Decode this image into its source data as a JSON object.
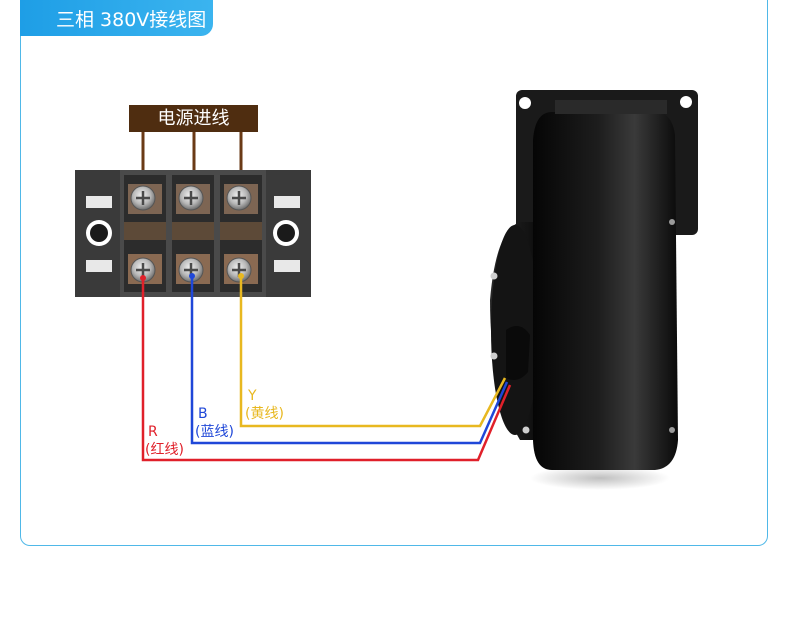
{
  "title": "三相 380V接线图",
  "power_label": "电源进线",
  "wires": [
    {
      "letter": "R",
      "name": "(红线)",
      "color": "#e0202a"
    },
    {
      "letter": "B",
      "name": "(蓝线)",
      "color": "#1f47d8"
    },
    {
      "letter": "Y",
      "name": "(黄线)",
      "color": "#e8b820"
    }
  ],
  "colors": {
    "accent": "#2aa8ec",
    "frame": "#4fb8e8",
    "label_bg": "#4f2d10",
    "terminal_block": "#3a3a3a",
    "motor_body": "#111111"
  },
  "icons": [
    "terminal-block-icon",
    "blower-motor-icon",
    "screw-icon"
  ]
}
